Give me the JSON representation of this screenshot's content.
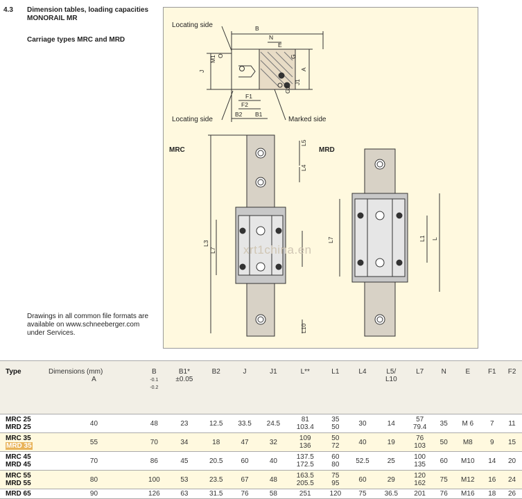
{
  "section": {
    "number": "4.3",
    "title": "Dimension tables, loading capacities MONORAIL MR",
    "subtitle": "Carriage types MRC and MRD"
  },
  "note": "Drawings in all common file formats are available on www.schneeberger.com under Services.",
  "drawing": {
    "labels": {
      "locating_side_top": "Locating side",
      "locating_side_bottom": "Locating side",
      "marked_side": "Marked side",
      "mrc": "MRC",
      "mrd": "MRD"
    },
    "dims": [
      "B",
      "N",
      "E",
      "M1",
      "O",
      "J",
      "A",
      "G",
      "J1",
      "G2",
      "F1",
      "F2",
      "B2",
      "B1",
      "L5",
      "L4",
      "L3",
      "L7",
      "L7",
      "L1",
      "L",
      "L10"
    ],
    "watermark": "xrt1china.en"
  },
  "table": {
    "type_header": "Type",
    "dims_caption": "Dimensions (mm)",
    "columns": [
      "A",
      "B",
      "B1*",
      "B2",
      "J",
      "J1",
      "L**",
      "L1",
      "L4",
      "L5/",
      "L7",
      "N",
      "E",
      "F1",
      "F2"
    ],
    "b_tol": [
      "-0.1",
      "-0.2"
    ],
    "b1_tol": "±0.05",
    "l5_sub": "L10",
    "rows": [
      {
        "types": [
          "MRC 25",
          "MRD 25"
        ],
        "vals": [
          "40",
          "48",
          "23",
          "12.5",
          "33.5",
          "24.5",
          [
            "81",
            "103.4"
          ],
          [
            "35",
            "50"
          ],
          "30",
          "14",
          [
            "57",
            "79.4"
          ],
          "35",
          "M 6",
          "7",
          "11"
        ]
      },
      {
        "types": [
          "MRC 35",
          "MRD 35"
        ],
        "vals": [
          "55",
          "70",
          "34",
          "18",
          "47",
          "32",
          [
            "109",
            "136"
          ],
          [
            "50",
            "72"
          ],
          "40",
          "19",
          [
            "76",
            "103"
          ],
          "50",
          "M8",
          "9",
          "15"
        ]
      },
      {
        "types": [
          "MRC 45",
          "MRD 45"
        ],
        "vals": [
          "70",
          "86",
          "45",
          "20.5",
          "60",
          "40",
          [
            "137.5",
            "172.5"
          ],
          [
            "60",
            "80"
          ],
          "52.5",
          "25",
          [
            "100",
            "135"
          ],
          "60",
          "M10",
          "14",
          "20"
        ]
      },
      {
        "types": [
          "MRC 55",
          "MRD 55"
        ],
        "vals": [
          "80",
          "100",
          "53",
          "23.5",
          "67",
          "48",
          [
            "163.5",
            "205.5"
          ],
          [
            "75",
            "95"
          ],
          "60",
          "29",
          [
            "120",
            "162"
          ],
          "75",
          "M12",
          "16",
          "24"
        ]
      },
      {
        "types": [
          "MRD 65"
        ],
        "vals": [
          "90",
          "126",
          "63",
          "31.5",
          "76",
          "58",
          [
            "251"
          ],
          [
            "120"
          ],
          "75",
          "36.5",
          [
            "201"
          ],
          "76",
          "M16",
          "18",
          "26"
        ]
      }
    ]
  }
}
